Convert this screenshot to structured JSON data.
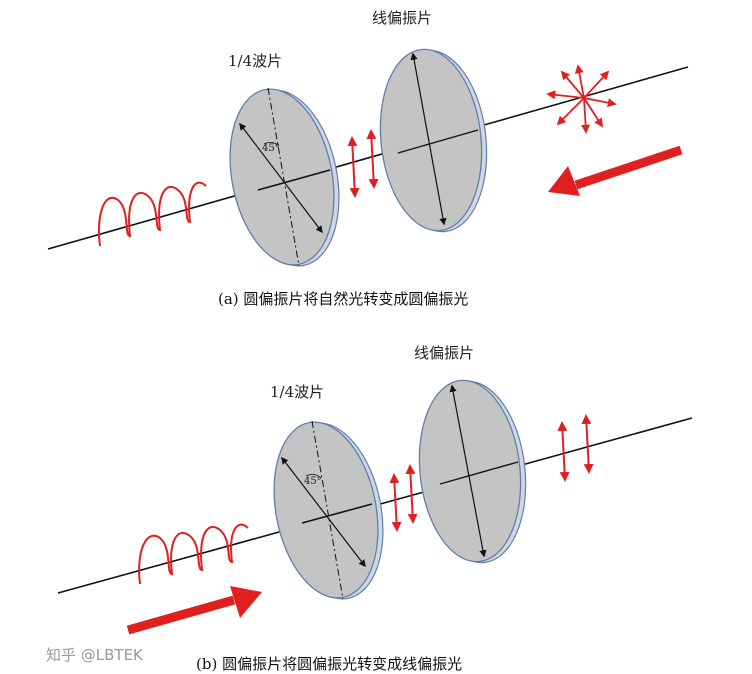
{
  "panel_a": {
    "label_polarizer": "线偏振片",
    "label_quarter_wave": "1/4波片",
    "angle": "45°",
    "caption": "(a) 圆偏振片将自然光转变成圆偏振光"
  },
  "panel_b": {
    "label_polarizer": "线偏振片",
    "label_quarter_wave": "1/4波片",
    "angle": "45°",
    "caption": "(b) 圆偏振片将圆偏振光转变成线偏振光"
  },
  "watermark": "知乎 @LBTEK",
  "colors": {
    "disc_fill": "#c4c4c4",
    "disc_edge": "#5f7fa8",
    "disc_rim": "#cfd6e4",
    "arrow_red": "#e02020",
    "axis": "#111111"
  }
}
